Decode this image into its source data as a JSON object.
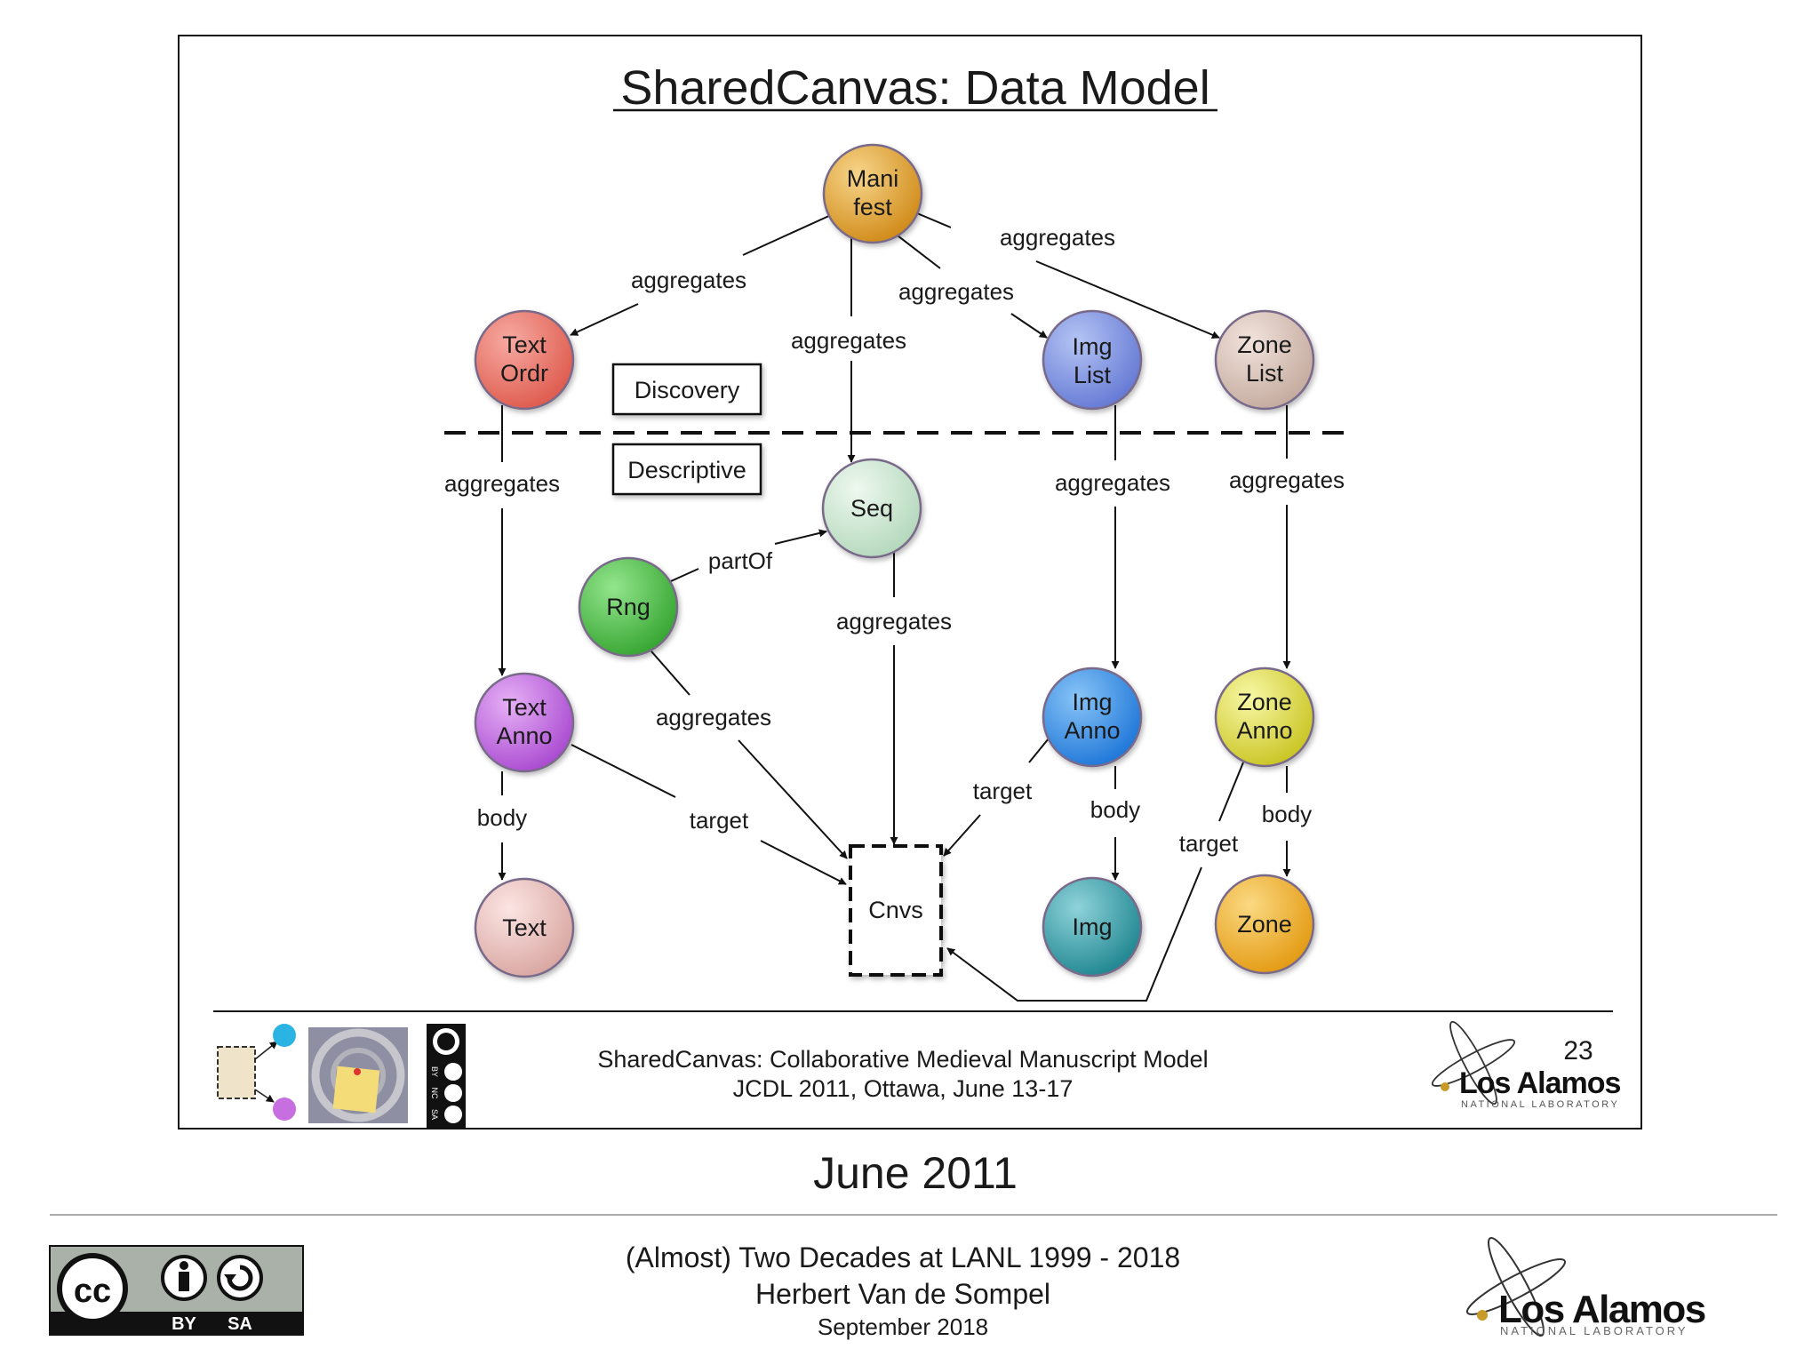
{
  "slide": {
    "title": "SharedCanvas: Data Model",
    "page_number": "23",
    "inner_footer_line1": "SharedCanvas: Collaborative Medieval Manuscript Model",
    "inner_footer_line2": "JCDL 2011, Ottawa, June 13-17",
    "inner_logo_main": "Los Alamos",
    "inner_logo_sub": "NATIONAL LABORATORY",
    "inner_cc_letters": [
      "BY",
      "NC",
      "SA"
    ]
  },
  "diagram": {
    "nodes": {
      "manifest": [
        "Mani",
        "fest"
      ],
      "text_ordr": [
        "Text",
        "Ordr"
      ],
      "img_list": [
        "Img",
        "List"
      ],
      "zone_list": [
        "Zone",
        "List"
      ],
      "seq": "Seq",
      "rng": "Rng",
      "text_anno": [
        "Text",
        "Anno"
      ],
      "img_anno": [
        "Img",
        "Anno"
      ],
      "zone_anno": [
        "Zone",
        "Anno"
      ],
      "text": "Text",
      "img": "Img",
      "zone": "Zone",
      "cnvs": "Cnvs"
    },
    "boxes": {
      "discovery": "Discovery",
      "descriptive": "Descriptive"
    },
    "edges": {
      "manifest_textordr": "aggregates",
      "manifest_seq": "aggregates",
      "manifest_imglist": "aggregates",
      "manifest_zonelist": "aggregates",
      "textordr_textanno": "aggregates",
      "imglist_imganno": "aggregates",
      "zonelist_zoneanno": "aggregates",
      "seq_cnvs": "aggregates",
      "rng_seq": "partOf",
      "rng_cnvs": "aggregates",
      "textanno_cnvs": "target",
      "imganno_cnvs": "target",
      "zoneanno_cnvs": "target",
      "textanno_text": "body",
      "imganno_img": "body",
      "zoneanno_zone": "body"
    },
    "colors": {
      "manifest": "#e0a12a",
      "text_ordr": "#e86e62",
      "img_list": "#7d95e0",
      "zone_list": "#d8c2b8",
      "seq": "#c9e6cf",
      "rng": "#4fc24a",
      "text_anno": "#c46ae6",
      "img_anno": "#3b95ec",
      "zone_anno": "#e2e24a",
      "text": "#eec5c1",
      "img": "#3aa6b0",
      "zone": "#f2b42a"
    }
  },
  "caption": "June 2011",
  "footer": {
    "line1": "(Almost) Two Decades at LANL 1999 - 2018",
    "line2": "Herbert Van de Sompel",
    "line3": "September 2018",
    "cc_badge": {
      "cc": "cc",
      "by": "BY",
      "sa": "SA"
    },
    "logo_main": "Los Alamos",
    "logo_sub": "NATIONAL LABORATORY"
  }
}
